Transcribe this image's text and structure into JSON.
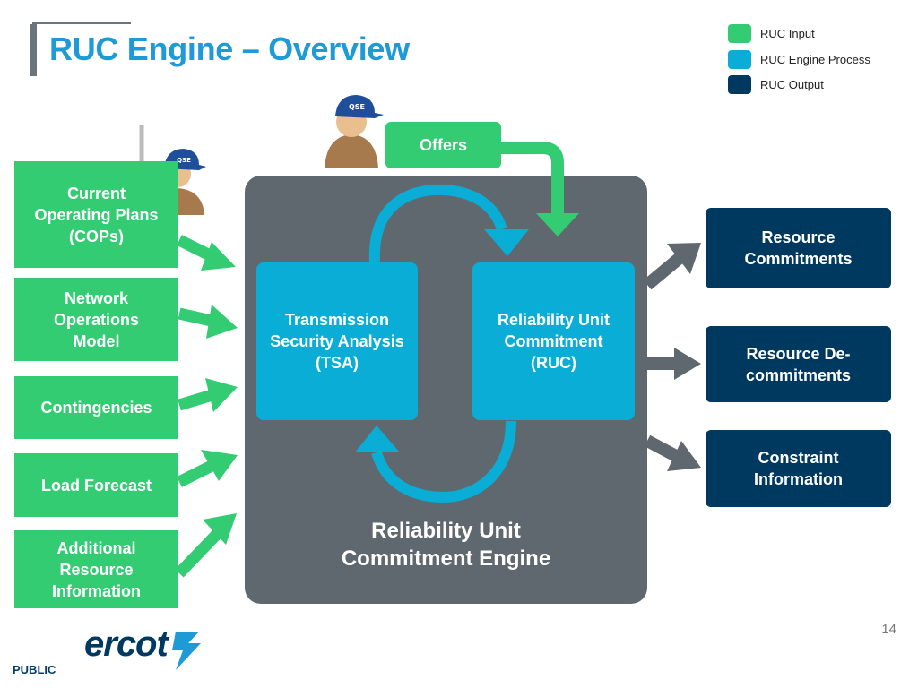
{
  "title": "RUC Engine – Overview",
  "legend": [
    {
      "label": "RUC Input",
      "color": "#33cc73"
    },
    {
      "label": "RUC Engine Process",
      "color": "#0aadd6"
    },
    {
      "label": "RUC Output",
      "color": "#00395f"
    }
  ],
  "inputs": {
    "offers": "Offers",
    "cops": "Current\nOperating Plans\n(COPs)",
    "network": "Network\nOperations\nModel",
    "contingencies": "Contingencies",
    "load_forecast": "Load Forecast",
    "additional": "Additional\nResource\nInformation"
  },
  "processes": {
    "tsa": "Transmission\nSecurity Analysis\n(TSA)",
    "ruc": "Reliability Unit\nCommitment\n(RUC)"
  },
  "engine_label": "Reliability Unit\nCommitment Engine",
  "outputs": {
    "commitments": "Resource\nCommitments",
    "decommitments": "Resource De-\ncommitments",
    "constraints": "Constraint\nInformation"
  },
  "qse_badge": "QSE",
  "page_number": "14",
  "footer": {
    "classification": "PUBLIC",
    "logo_text": "ercot"
  }
}
